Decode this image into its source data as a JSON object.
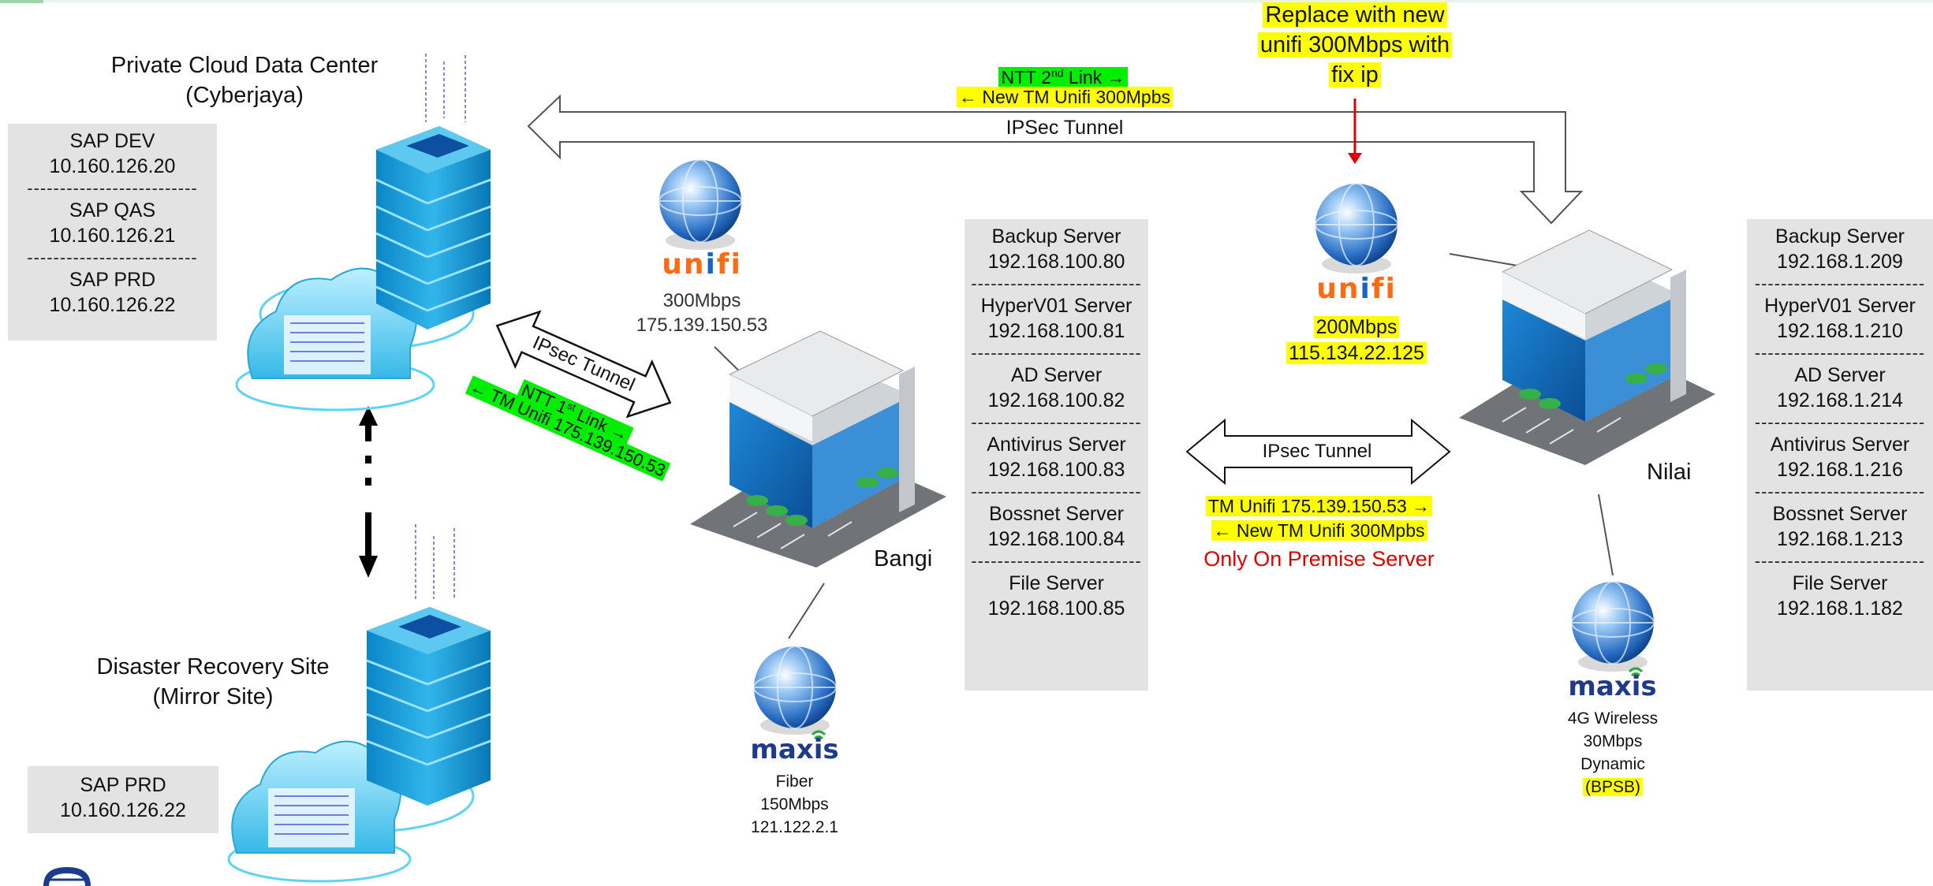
{
  "colors": {
    "highlight_yellow": "#ffff00",
    "highlight_green": "#00ee00",
    "red": "#e00000",
    "box_grey": "#e3e3e3",
    "unifi_orange": "#ff6a13",
    "unifi_blue": "#1565c0",
    "maxis_blue": "#1f3a8a"
  },
  "cyberjaya": {
    "title_line1": "Private Cloud Data Center",
    "title_line2": "(Cyberjaya)",
    "servers": [
      {
        "name": "SAP DEV",
        "ip": "10.160.126.20"
      },
      {
        "name": "SAP QAS",
        "ip": "10.160.126.21"
      },
      {
        "name": "SAP PRD",
        "ip": "10.160.126.22"
      }
    ]
  },
  "dr_site": {
    "title_line1": "Disaster Recovery Site",
    "title_line2": "(Mirror Site)",
    "servers": [
      {
        "name": "SAP PRD",
        "ip": "10.160.126.22"
      }
    ]
  },
  "separator": "--------------------------",
  "bangi": {
    "label": "Bangi",
    "unifi": {
      "brand": "unifi",
      "speed": "300Mbps",
      "ip": "175.139.150.53",
      "icon": "globe-icon"
    },
    "maxis": {
      "brand": "maxis",
      "type": "Fiber",
      "speed": "150Mbps",
      "ip": "121.122.2.1",
      "icon": "globe-icon"
    },
    "servers": [
      {
        "name": "Backup Server",
        "ip": "192.168.100.80"
      },
      {
        "name": "HyperV01 Server",
        "ip": "192.168.100.81"
      },
      {
        "name": "AD Server",
        "ip": "192.168.100.82"
      },
      {
        "name": "Antivirus Server",
        "ip": "192.168.100.83"
      },
      {
        "name": "Bossnet Server",
        "ip": "192.168.100.84"
      },
      {
        "name": "File Server",
        "ip": "192.168.100.85"
      }
    ]
  },
  "nilai": {
    "label": "Nilai",
    "unifi": {
      "brand": "unifi",
      "speed": "200Mbps",
      "ip": "115.134.22.125",
      "icon": "globe-icon"
    },
    "maxis": {
      "brand": "maxis",
      "type": "4G Wireless",
      "speed": "30Mbps",
      "ip_type": "Dynamic",
      "owner": "(BPSB)",
      "icon": "globe-icon"
    },
    "servers": [
      {
        "name": "Backup Server",
        "ip": "192.168.1.209"
      },
      {
        "name": "HyperV01 Server",
        "ip": "192.168.1.210"
      },
      {
        "name": "AD Server",
        "ip": "192.168.1.214"
      },
      {
        "name": "Antivirus Server",
        "ip": "192.168.1.216"
      },
      {
        "name": "Bossnet Server",
        "ip": "192.168.1.213"
      },
      {
        "name": "File Server",
        "ip": "192.168.1.182"
      }
    ]
  },
  "links": {
    "top_tunnel": {
      "label": "IPSec Tunnel",
      "ntt_prefix": "NTT 2",
      "ntt_sup": "nd",
      "ntt_suffix": " Link →",
      "tm_new": "← New TM Unifi 300Mpbs"
    },
    "replace_note": {
      "line1": "Replace with new",
      "line2": "unifi 300Mbps with",
      "line3": "fix ip"
    },
    "left_tunnel": {
      "label": "IPsec Tunnel",
      "ntt_prefix": "NTT 1",
      "ntt_sup": "st",
      "ntt_suffix": " Link →",
      "tm": "← TM Unifi 175.139.150.53"
    },
    "middle_tunnel": {
      "label": "IPsec Tunnel",
      "tm_line": "TM Unifi 175.139.150.53 →",
      "new_line": "← New TM Unifi 300Mpbs",
      "note": "Only On Premise Server"
    }
  }
}
